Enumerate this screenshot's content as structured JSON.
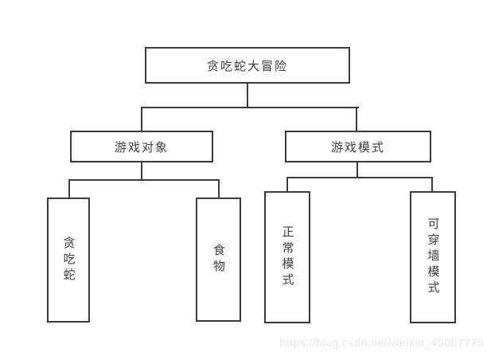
{
  "diagram": {
    "title": "贪吃蛇大冒险",
    "root": {
      "label": "贪吃蛇大冒险"
    },
    "level2": [
      {
        "label": "游戏对象"
      },
      {
        "label": "游戏模式"
      }
    ],
    "level3": [
      {
        "label": "贪吃蛇",
        "parent": "游戏对象"
      },
      {
        "label": "食物",
        "parent": "游戏对象"
      },
      {
        "label": "正常模式",
        "parent": "游戏模式"
      },
      {
        "label": "可穿墙模式",
        "parent": "游戏模式"
      }
    ],
    "colors": {
      "line": "#3b3b3b",
      "text": "#3f3f3f",
      "watermark": "#e8e8e8",
      "background": "#ffffff"
    }
  },
  "watermark": {
    "text": "https://blog.csdn.net/weixin_45087775"
  }
}
